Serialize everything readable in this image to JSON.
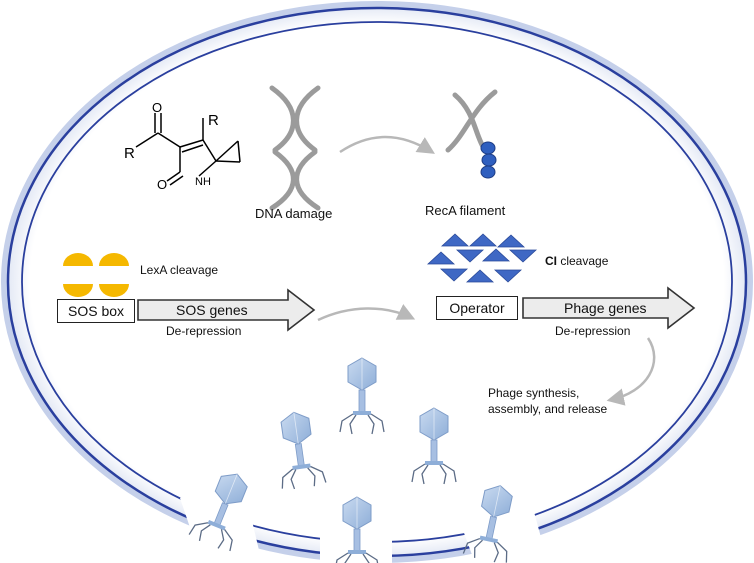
{
  "labels": {
    "dna_damage": "DNA damage",
    "reca_filament": "RecA filament",
    "lexa_cleavage": "LexA cleavage",
    "sos_box": "SOS box",
    "sos_genes": "SOS genes",
    "sos_derepression": "De-repression",
    "ci_bold": "CI",
    "ci_cleavage": " cleavage",
    "operator": "Operator",
    "phage_genes": "Phage genes",
    "phage_derepression": "De-repression",
    "phage_synthesis_1": "Phage synthesis,",
    "phage_synthesis_2": "assembly, and release",
    "molecule_r1": "R",
    "molecule_r2": "R",
    "molecule_o1": "O",
    "molecule_o2": "O",
    "molecule_nh": "NH"
  },
  "colors": {
    "membrane": "#2a3f9e",
    "lexa": "#f5b800",
    "reca": "#2f5fbf",
    "ci": "#3f68c4",
    "phage": "#a9c3e6",
    "arrow_gray": "#b8b8b8"
  }
}
